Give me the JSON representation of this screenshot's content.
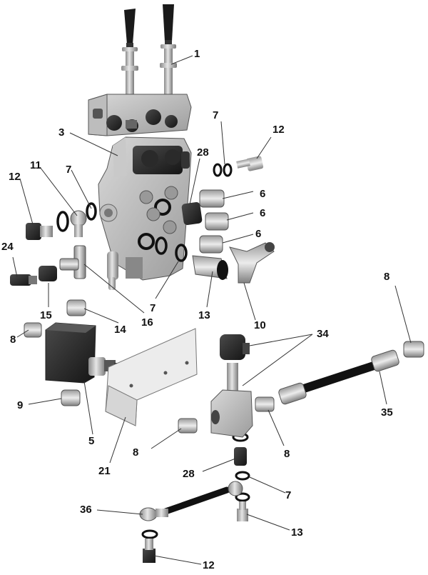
{
  "callouts": [
    {
      "id": "c1",
      "label": "1"
    },
    {
      "id": "c3",
      "label": "3"
    },
    {
      "id": "c5",
      "label": "5"
    },
    {
      "id": "c6a",
      "label": "6"
    },
    {
      "id": "c6b",
      "label": "6"
    },
    {
      "id": "c6c",
      "label": "6"
    },
    {
      "id": "c7a",
      "label": "7"
    },
    {
      "id": "c7b",
      "label": "7"
    },
    {
      "id": "c7c",
      "label": "7"
    },
    {
      "id": "c7d",
      "label": "7"
    },
    {
      "id": "c8a",
      "label": "8"
    },
    {
      "id": "c8b",
      "label": "8"
    },
    {
      "id": "c8c",
      "label": "8"
    },
    {
      "id": "c8d",
      "label": "8"
    },
    {
      "id": "c9",
      "label": "9"
    },
    {
      "id": "c10",
      "label": "10"
    },
    {
      "id": "c11",
      "label": "11"
    },
    {
      "id": "c12a",
      "label": "12"
    },
    {
      "id": "c12b",
      "label": "12"
    },
    {
      "id": "c12c",
      "label": "12"
    },
    {
      "id": "c13a",
      "label": "13"
    },
    {
      "id": "c13b",
      "label": "13"
    },
    {
      "id": "c14",
      "label": "14"
    },
    {
      "id": "c15",
      "label": "15"
    },
    {
      "id": "c16",
      "label": "16"
    },
    {
      "id": "c21",
      "label": "21"
    },
    {
      "id": "c24",
      "label": "24"
    },
    {
      "id": "c28a",
      "label": "28"
    },
    {
      "id": "c28b",
      "label": "28"
    },
    {
      "id": "c34",
      "label": "34"
    },
    {
      "id": "c35",
      "label": "35"
    },
    {
      "id": "c36",
      "label": "36"
    }
  ]
}
